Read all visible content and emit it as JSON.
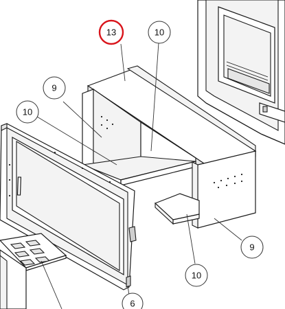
{
  "callouts": {
    "c13": {
      "label": "13",
      "highlight": true
    },
    "c10_top": {
      "label": "10"
    },
    "c9_left": {
      "label": "9"
    },
    "c10_left": {
      "label": "10"
    },
    "c9_right": {
      "label": "9"
    },
    "c10_bottom": {
      "label": "10"
    },
    "c6": {
      "label": "6"
    }
  },
  "colors": {
    "line": "#1a1a1a",
    "highlight": "#d9141b",
    "background": "#ffffff"
  }
}
